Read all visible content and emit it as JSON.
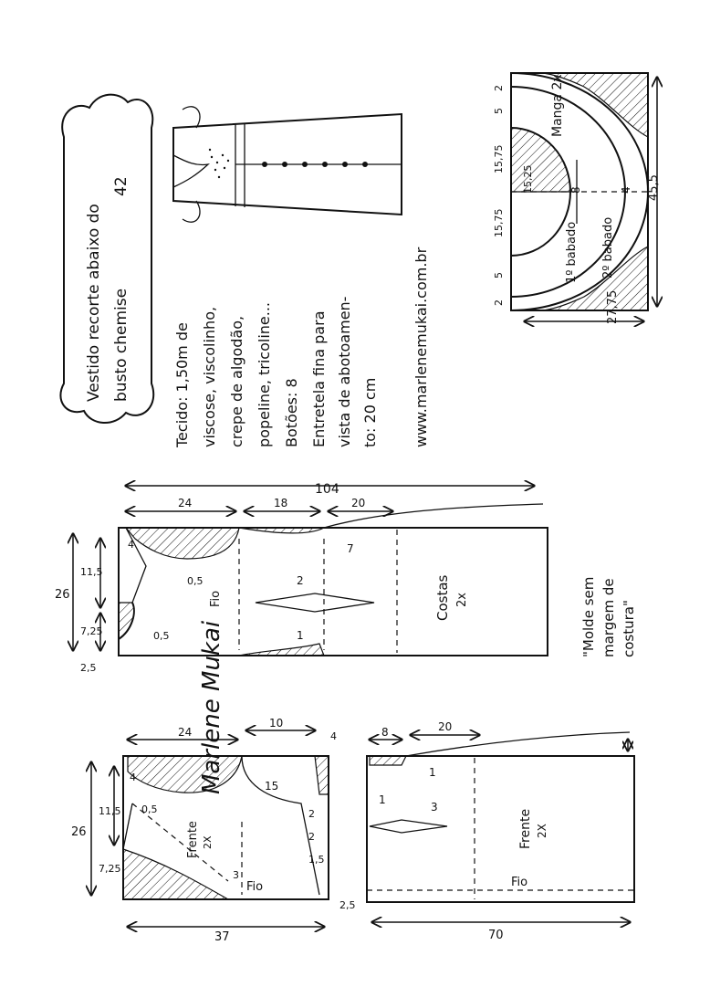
{
  "title": {
    "line1": "Vestido recorte abaixo do",
    "line2": "busto chemise",
    "size": "42"
  },
  "materials": {
    "fabric_line1": "Tecido: 1,50m de",
    "fabric_line2": "viscose, viscolinho,",
    "fabric_line3": "crepe de algodão,",
    "fabric_line4": "popeline, tricoline...",
    "buttons": "Botões: 8",
    "interfacing_line1": "Entretela fina para",
    "interfacing_line2": "vista de abotoamen-",
    "interfacing_line3": "to: 20 cm"
  },
  "website": "www.marlenemukai.com.br",
  "note": {
    "line1": "\"Molde sem",
    "line2": "margem de",
    "line3": "costura\""
  },
  "signature": "Marlene Mukai",
  "sleeve": {
    "label": "Manga 2x",
    "ruffle1": "1º babado",
    "ruffle2": "2º babado",
    "dims": [
      "2",
      "5",
      "15,75",
      "8",
      "15,75",
      "5",
      "2",
      "15,25",
      "4",
      "45,5",
      "27,75"
    ]
  },
  "back": {
    "label": "Costas",
    "count": "2x",
    "grain": "Fio",
    "dims": [
      "104",
      "24",
      "18",
      "20",
      "26",
      "11,5",
      "7,25",
      "2,5",
      "4",
      "0,5",
      "0,5",
      "7",
      "2",
      "1"
    ]
  },
  "front_bodice": {
    "label": "Frente",
    "count": "2X",
    "grain": "Fio",
    "dims": [
      "24",
      "10",
      "4",
      "15",
      "26",
      "11,5",
      "7,25",
      "0,5",
      "4",
      "3",
      "2",
      "2",
      "1,5",
      "2,5",
      "37"
    ]
  },
  "front_skirt": {
    "label": "Frente",
    "count": "2X",
    "grain": "Fio",
    "dims": [
      "8",
      "20",
      "1",
      "3",
      "1",
      "70"
    ]
  }
}
